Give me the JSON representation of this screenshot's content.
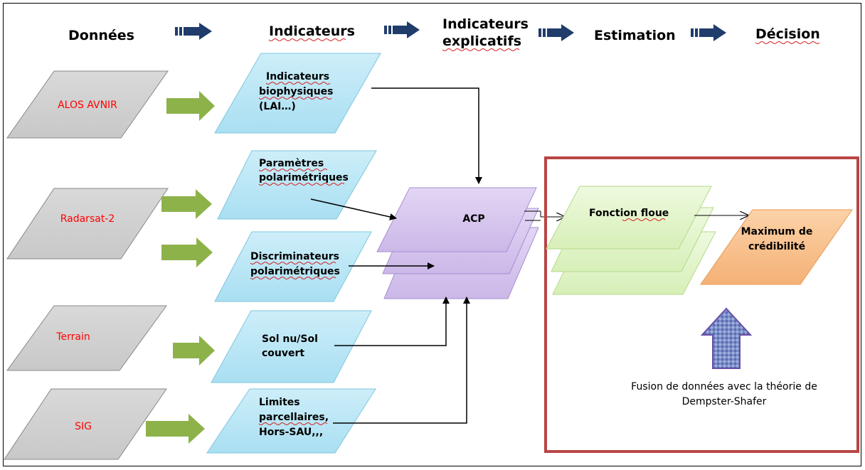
{
  "header": {
    "donnees": "Données",
    "indicateurs": "Indicateurs",
    "indicateurs_explicatifs_1": "Indicateurs",
    "indicateurs_explicatifs_2": "explicatifs",
    "estimation": "Estimation",
    "decision": "Décision"
  },
  "sources": {
    "alos": "ALOS AVNIR",
    "radarsat": "Radarsat-2",
    "terrain": "Terrain",
    "sig": "SIG"
  },
  "indicators": {
    "biophys_1": "Indicateurs",
    "biophys_2": "biophysiques",
    "biophys_3": "(LAI…)",
    "param_1": "Paramètres",
    "param_2": "polarimétriques",
    "discr_1": "Discriminateurs",
    "discr_2": "polarimétriques",
    "sol_1": "Sol nu/Sol",
    "sol_2": "couvert",
    "lim_1": "Limites",
    "lim_2": "parcellaires,",
    "lim_3": "Hors-SAU,,,"
  },
  "process": {
    "acp": "ACP",
    "fonction_floue": "Fonction floue",
    "maximum_1": "Maximum de",
    "maximum_2": "crédibilité"
  },
  "fusion": {
    "line_1": "Fusion de données avec la théorie de",
    "line_2": "Dempster-Shafer"
  },
  "colors": {
    "source_fill": "#d3d3d3",
    "indicator_fill": "#bfe8f6",
    "acp_fill": "#d7c6ee",
    "fonction_fill": "#e3f5c9",
    "decision_fill": "#f8c08d",
    "green_arrow": "#8db24a",
    "header_arrow": "#1f3c6b",
    "fusion_box": "#b94545",
    "fusion_arrow": "#7a60b8"
  }
}
